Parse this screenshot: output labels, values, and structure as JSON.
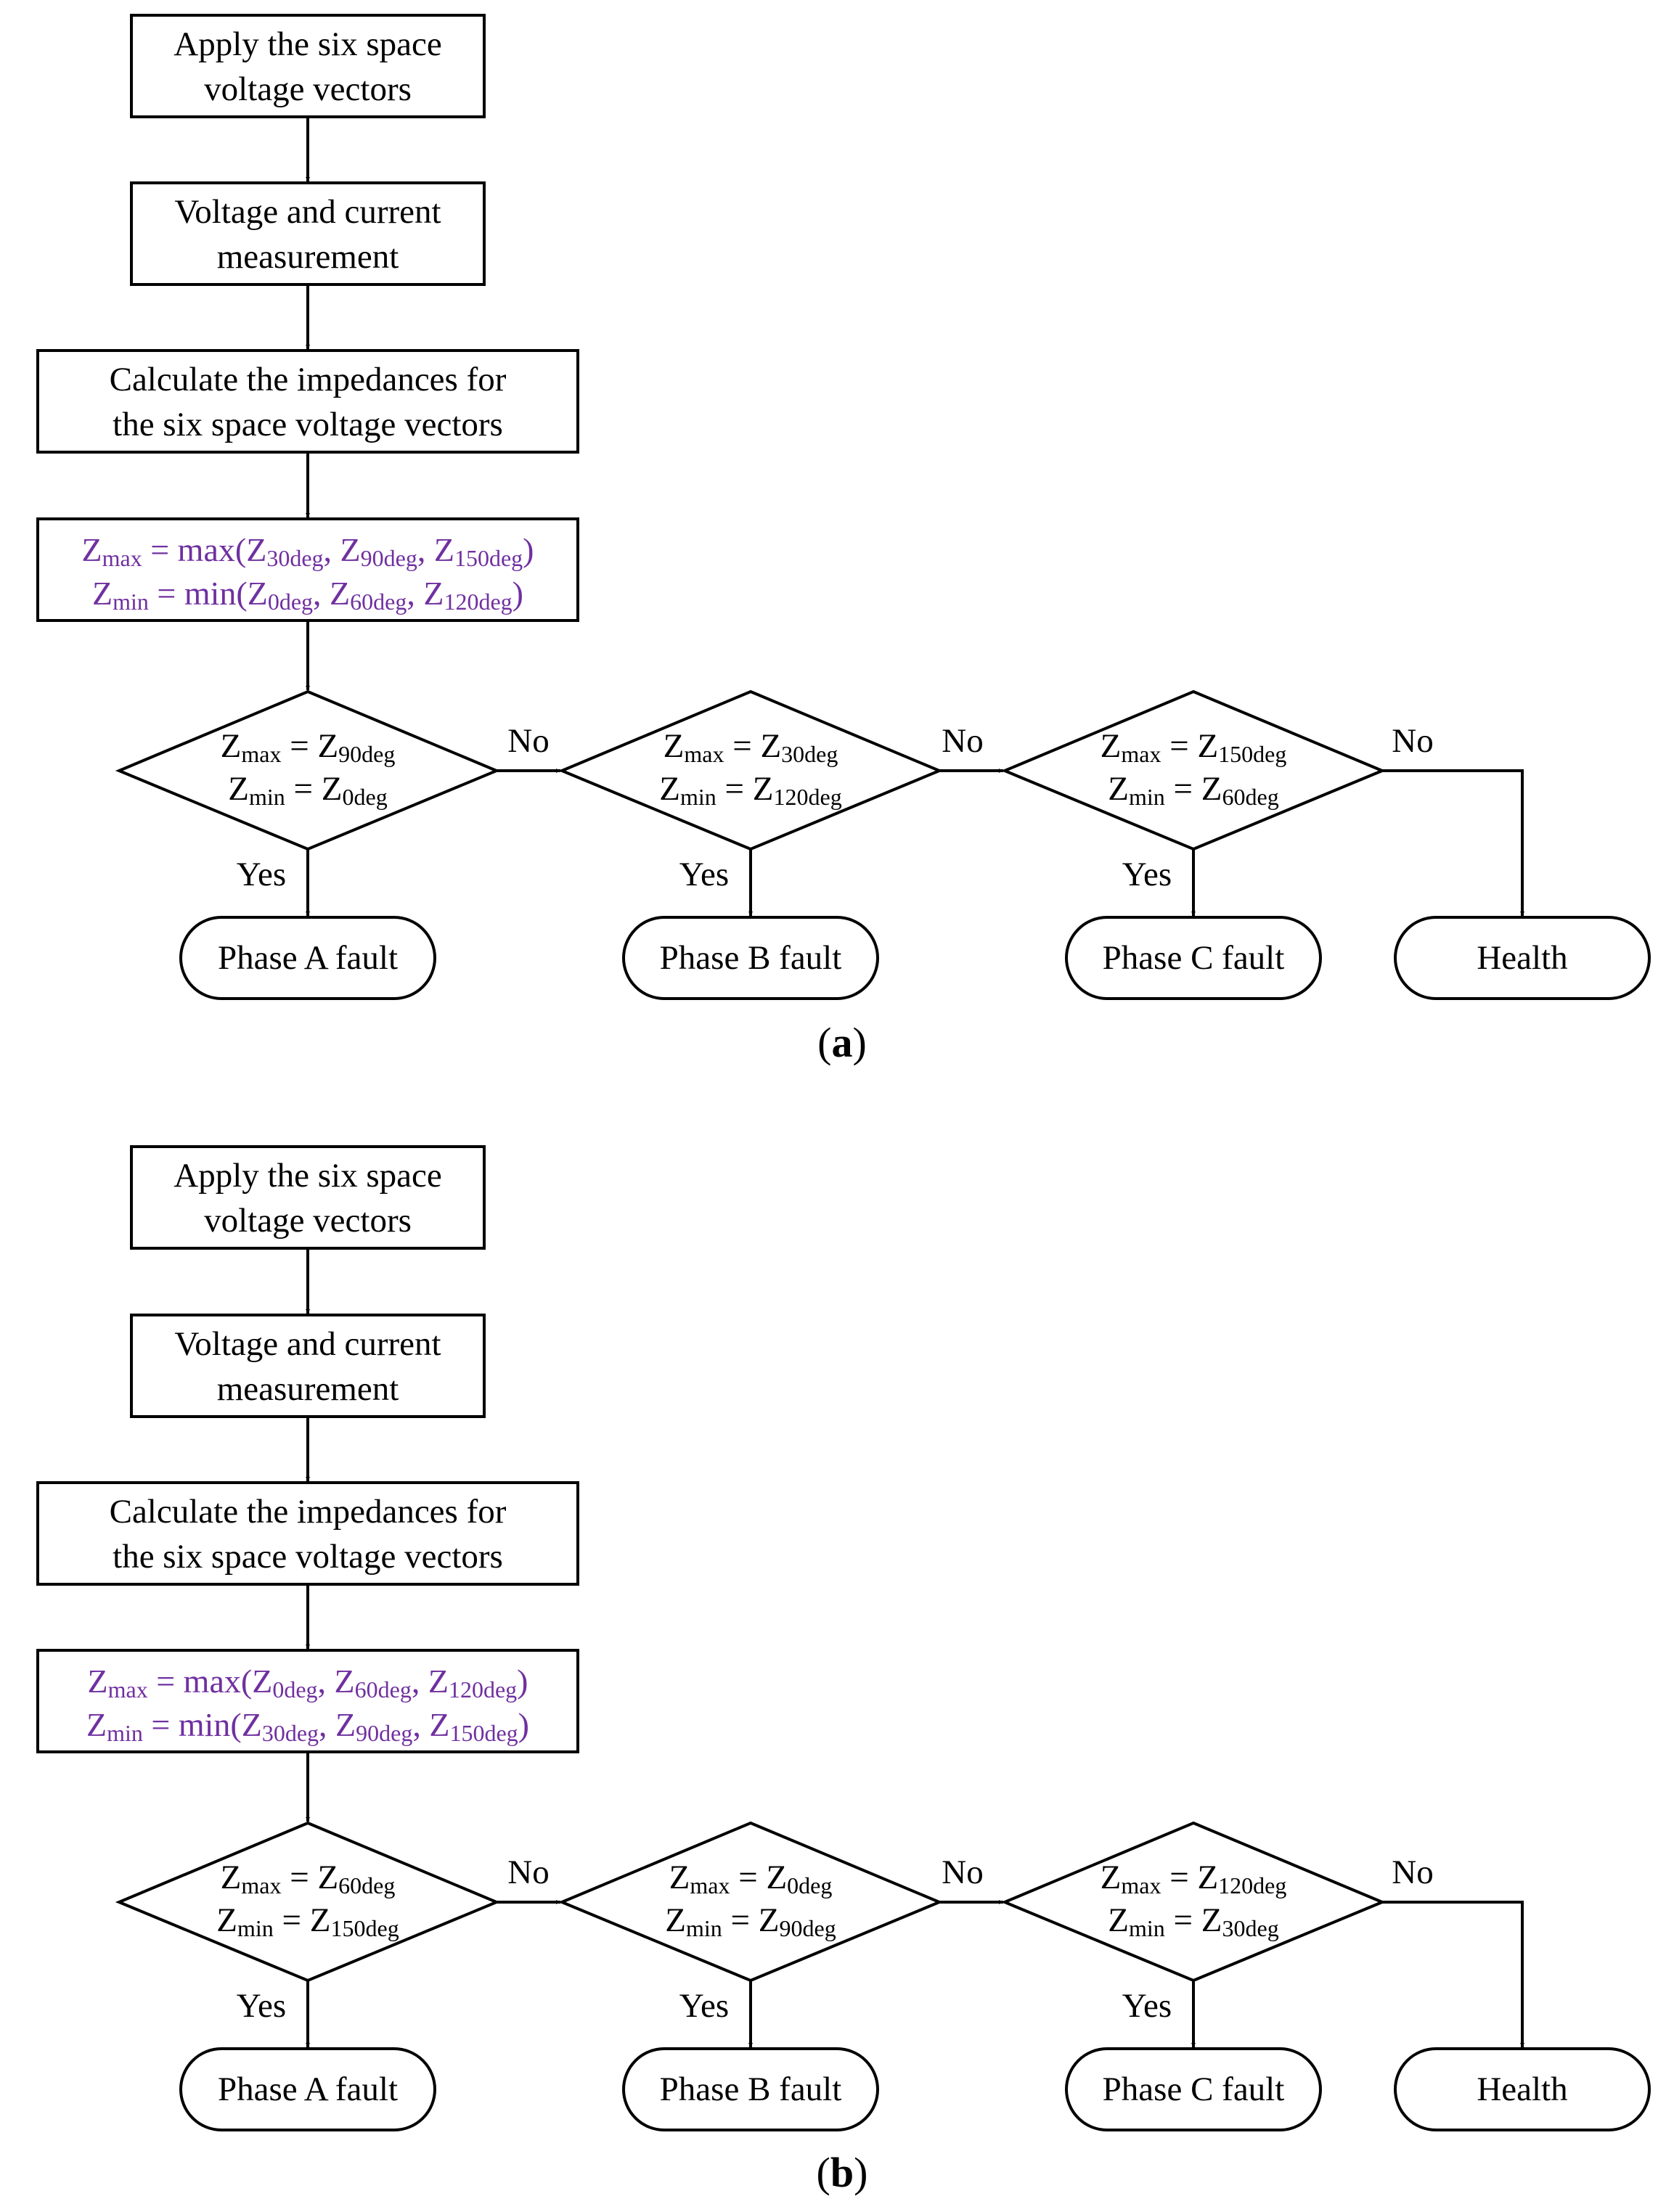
{
  "colors": {
    "line": "#000000",
    "formula": "#7030a0",
    "phase_a": "#ff0000",
    "phase_b": "#0000ff",
    "phase_c": "#00a000",
    "health": "#000000"
  },
  "panels": [
    {
      "caption": {
        "open": "(",
        "letter": "a",
        "close": ")"
      },
      "steps": [
        {
          "line1": "Apply the six space",
          "line2": "voltage vectors"
        },
        {
          "line1": "Voltage and current",
          "line2": "measurement"
        },
        {
          "line1": "Calculate the impedances for",
          "line2": "the six space voltage vectors"
        }
      ],
      "formula": {
        "max": {
          "lhs": "Z",
          "lhs_sub": "max",
          "fn": " = max(",
          "args": [
            [
              "Z",
              "30deg"
            ],
            [
              "Z",
              "90deg"
            ],
            [
              "Z",
              "150deg"
            ]
          ],
          "sep": ", ",
          "close": ")"
        },
        "min": {
          "lhs": "Z",
          "lhs_sub": "min",
          "fn": " = min(",
          "args": [
            [
              "Z",
              "0deg"
            ],
            [
              "Z",
              "60deg"
            ],
            [
              "Z",
              "120deg"
            ]
          ],
          "sep": ", ",
          "close": ")"
        }
      },
      "decisions": [
        {
          "max_sym": "Z",
          "max_sub": "max",
          "max_eq": " = Z",
          "max_rhs_sub": "90deg",
          "min_sym": "Z",
          "min_sub": "min",
          "min_eq": " = Z",
          "min_rhs_sub": "0deg",
          "yes": "Yes",
          "no": "No"
        },
        {
          "max_sym": "Z",
          "max_sub": "max",
          "max_eq": " = Z",
          "max_rhs_sub": "30deg",
          "min_sym": "Z",
          "min_sub": "min",
          "min_eq": " = Z",
          "min_rhs_sub": "120deg",
          "yes": "Yes",
          "no": "No"
        },
        {
          "max_sym": "Z",
          "max_sub": "max",
          "max_eq": " = Z",
          "max_rhs_sub": "150deg",
          "min_sym": "Z",
          "min_sub": "min",
          "min_eq": " = Z",
          "min_rhs_sub": "60deg",
          "yes": "Yes",
          "no": "No"
        }
      ],
      "outcomes": [
        "Phase A fault",
        "Phase B fault",
        "Phase C fault",
        "Health"
      ]
    },
    {
      "caption": {
        "open": "(",
        "letter": "b",
        "close": ")"
      },
      "steps": [
        {
          "line1": "Apply the six space",
          "line2": "voltage vectors"
        },
        {
          "line1": "Voltage and current",
          "line2": "measurement"
        },
        {
          "line1": "Calculate the impedances for",
          "line2": "the six space voltage vectors"
        }
      ],
      "formula": {
        "max": {
          "lhs": "Z",
          "lhs_sub": "max",
          "fn": " = max(",
          "args": [
            [
              "Z",
              "0deg"
            ],
            [
              "Z",
              "60deg"
            ],
            [
              "Z",
              "120deg"
            ]
          ],
          "sep": ", ",
          "close": ")"
        },
        "min": {
          "lhs": "Z",
          "lhs_sub": "min",
          "fn": " = min(",
          "args": [
            [
              "Z",
              "30deg"
            ],
            [
              "Z",
              "90deg"
            ],
            [
              "Z",
              "150deg"
            ]
          ],
          "sep": ", ",
          "close": ")"
        }
      },
      "decisions": [
        {
          "max_sym": "Z",
          "max_sub": "max",
          "max_eq": " = Z",
          "max_rhs_sub": "60deg",
          "min_sym": "Z",
          "min_sub": "min",
          "min_eq": " = Z",
          "min_rhs_sub": "150deg",
          "yes": "Yes",
          "no": "No"
        },
        {
          "max_sym": "Z",
          "max_sub": "max",
          "max_eq": " = Z",
          "max_rhs_sub": "0deg",
          "min_sym": "Z",
          "min_sub": "min",
          "min_eq": " = Z",
          "min_rhs_sub": "90deg",
          "yes": "Yes",
          "no": "No"
        },
        {
          "max_sym": "Z",
          "max_sub": "max",
          "max_eq": " = Z",
          "max_rhs_sub": "120deg",
          "min_sym": "Z",
          "min_sub": "min",
          "min_eq": " = Z",
          "min_rhs_sub": "30deg",
          "yes": "Yes",
          "no": "No"
        }
      ],
      "outcomes": [
        "Phase A fault",
        "Phase B fault",
        "Phase C fault",
        "Health"
      ]
    }
  ]
}
